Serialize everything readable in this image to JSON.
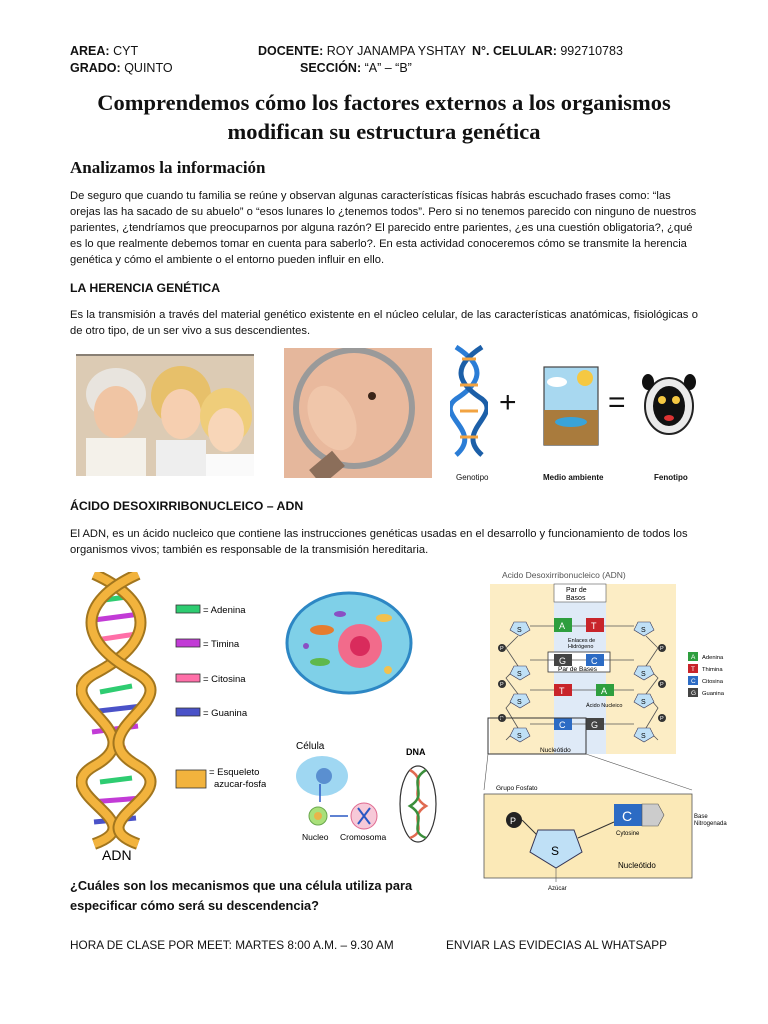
{
  "header": {
    "area_label": "AREA:",
    "area_value": "CYT",
    "docente_label": "DOCENTE:",
    "docente_value": "ROY JANAMPA YSHTAY",
    "celular_label": "N°. CELULAR:",
    "celular_value": "992710783",
    "grado_label": "GRADO:",
    "grado_value": "QUINTO",
    "seccion_label": "SECCIÓN:",
    "seccion_value": "“A” – “B”"
  },
  "title": "Comprendemos cómo los factores externos a los organismos modifican su estructura genética",
  "subtitle": "Analizamos la información",
  "intro": "De seguro que cuando tu familia se reúne y observan algunas características físicas habrás escuchado frases como: “las orejas las ha sacado de su abuelo” o “esos lunares lo ¿tenemos todos”. Pero si no tenemos parecido con ninguno de nuestros parientes, ¿tendríamos que preocuparnos por alguna razón? El parecido entre parientes, ¿es una cuestión obligatoria?, ¿qué es lo que realmente debemos tomar en cuenta para saberlo?. En esta actividad conoceremos cómo se transmite la herencia genética y cómo el ambiente o el entorno pueden influir en ello.",
  "herencia": {
    "heading": "LA HERENCIA GENÉTICA",
    "text": "Es la transmisión a través del material genético existente en el núcleo celular, de las características anatómicas, fisiológicas o de otro tipo, de un ser vivo a sus descendientes."
  },
  "equation": {
    "genotipo": "Genotipo",
    "medio": "Medio ambiente",
    "fenotipo": "Fenotipo",
    "plus": "+",
    "equals": "="
  },
  "adn": {
    "heading": "ÁCIDO DESOXIRRIBONUCLEICO – ADN",
    "text": "El ADN, es un ácido nucleico que contiene las instrucciones genéticas usadas en el desarrollo y funcionamiento de todos los organismos vivos; también es responsable de la transmisión hereditaria."
  },
  "helix_legend": {
    "adenina": "= Adenina",
    "timina": "= Timina",
    "citosina": "= Citosina",
    "guanina": "= Guanina",
    "esqueleto1": "= Esqueleto",
    "esqueleto2": "azucar-fosfato",
    "caption": "ADN"
  },
  "cell_diagram": {
    "celula": "Célula",
    "dna": "DNA",
    "nucleo": "Nucleo",
    "cromosoma": "Cromosoma"
  },
  "structure": {
    "title": "Acido Desoxirribonucleico (ADN)",
    "par_bases_top1": "Par de",
    "par_bases_top2": "Basos",
    "enlaces1": "Enlaces de",
    "enlaces2": "Hidrógeno",
    "par_bases": "Par de Bases",
    "acido_nucleico": "Ácido Nucleico",
    "nucleotido": "Nucleótido",
    "s": "S",
    "p": "P",
    "leg_a": "Adenina",
    "leg_t": "Thimina",
    "leg_c": "Citosina",
    "leg_g": "Guanina",
    "grupo_fosfato": "Grupo Fosfato",
    "cytosine": "Cytosine",
    "base1": "Base",
    "base2": "Nitrogenada",
    "nucleotido_big": "Nucleótido",
    "azucar": "Azúcar",
    "letters": {
      "a": "A",
      "t": "T",
      "g": "G",
      "c": "C"
    }
  },
  "question": "¿Cuáles son los mecanismos que una célula utiliza para especificar cómo será su descendencia?",
  "footer": {
    "hora": "HORA DE CLASE POR MEET: MARTES 8:00 A.M. – 9.30 AM",
    "enviar": "ENVIAR LAS EVIDECIAS AL WHATSAPP"
  },
  "colors": {
    "adenina": "#2ecc71",
    "timina": "#c23bd6",
    "citosina": "#ff6fa8",
    "guanina": "#4a52c8",
    "backbone": "#f2b33d"
  }
}
